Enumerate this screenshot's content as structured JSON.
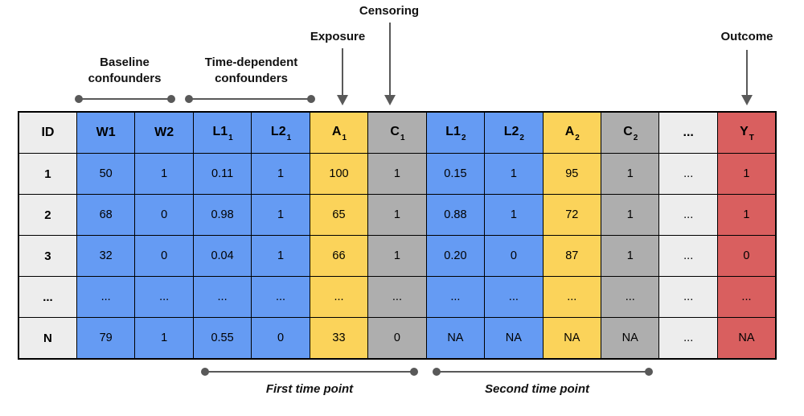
{
  "annotations": {
    "baseline_confounders": "Baseline confounders",
    "time_dependent_confounders": "Time-dependent confounders",
    "exposure": "Exposure",
    "censoring": "Censoring",
    "outcome": "Outcome",
    "first_time_point": "First time point",
    "second_time_point": "Second time point"
  },
  "colors": {
    "blue": "#659BF3",
    "yellow": "#FBD35A",
    "gray": "#AEAEAE",
    "light": "#EDEDED",
    "red": "#D95F5F",
    "line": "#595959",
    "border": "#000000"
  },
  "table": {
    "columns": [
      {
        "key": "id",
        "label": "ID",
        "sub": "",
        "color": "light"
      },
      {
        "key": "w1",
        "label": "W1",
        "sub": "",
        "color": "blue"
      },
      {
        "key": "w2",
        "label": "W2",
        "sub": "",
        "color": "blue"
      },
      {
        "key": "l1_1",
        "label": "L1",
        "sub": "1",
        "color": "blue"
      },
      {
        "key": "l2_1",
        "label": "L2",
        "sub": "1",
        "color": "blue"
      },
      {
        "key": "a_1",
        "label": "A",
        "sub": "1",
        "color": "yellow"
      },
      {
        "key": "c_1",
        "label": "C",
        "sub": "1",
        "color": "gray"
      },
      {
        "key": "l1_2",
        "label": "L1",
        "sub": "2",
        "color": "blue"
      },
      {
        "key": "l2_2",
        "label": "L2",
        "sub": "2",
        "color": "blue"
      },
      {
        "key": "a_2",
        "label": "A",
        "sub": "2",
        "color": "yellow"
      },
      {
        "key": "c_2",
        "label": "C",
        "sub": "2",
        "color": "gray"
      },
      {
        "key": "dots",
        "label": "...",
        "sub": "",
        "color": "light"
      },
      {
        "key": "y_t",
        "label": "Y",
        "sub": "T",
        "color": "red"
      }
    ],
    "rows": [
      [
        "1",
        "50",
        "1",
        "0.11",
        "1",
        "100",
        "1",
        "0.15",
        "1",
        "95",
        "1",
        "...",
        "1"
      ],
      [
        "2",
        "68",
        "0",
        "0.98",
        "1",
        "65",
        "1",
        "0.88",
        "1",
        "72",
        "1",
        "...",
        "1"
      ],
      [
        "3",
        "32",
        "0",
        "0.04",
        "1",
        "66",
        "1",
        "0.20",
        "0",
        "87",
        "1",
        "...",
        "0"
      ],
      [
        "...",
        "...",
        "...",
        "...",
        "...",
        "...",
        "...",
        "...",
        "...",
        "...",
        "...",
        "...",
        "..."
      ],
      [
        "N",
        "79",
        "1",
        "0.55",
        "0",
        "33",
        "0",
        "NA",
        "NA",
        "NA",
        "NA",
        "...",
        "NA"
      ]
    ]
  }
}
